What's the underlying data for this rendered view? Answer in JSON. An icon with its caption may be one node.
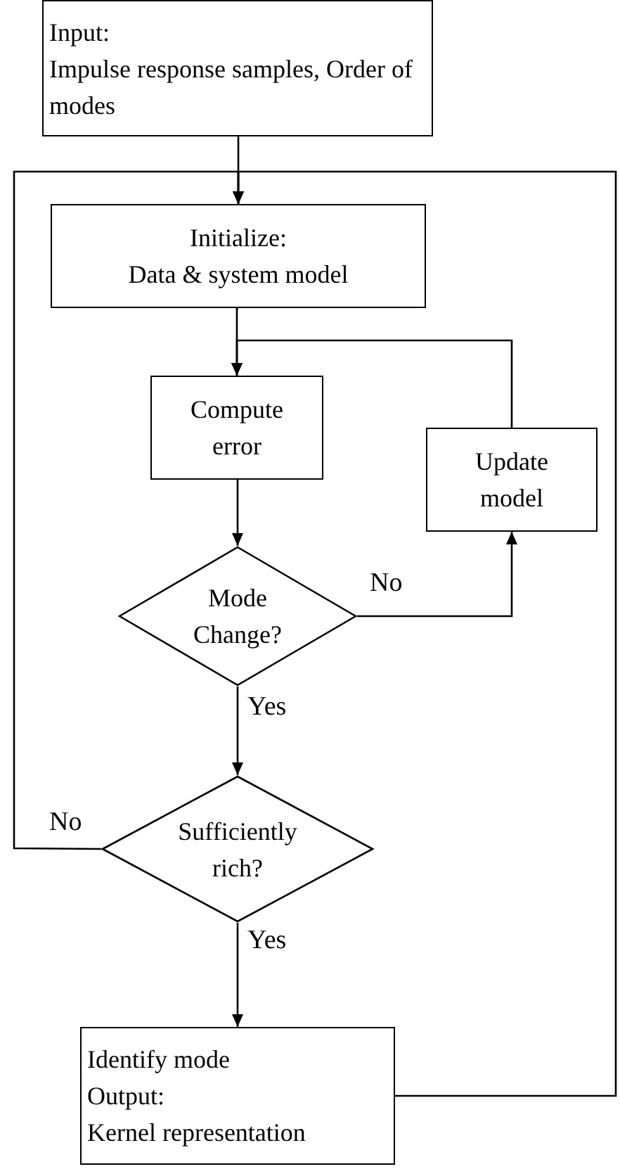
{
  "diagram": {
    "nodes": [
      {
        "text": [
          "Input:",
          "Impulse response samples, Order of modes"
        ]
      },
      {
        "text": [
          "Initialize:",
          "Data & system model"
        ]
      },
      {
        "text": [
          "Compute error"
        ]
      },
      {
        "text": [
          "Update model"
        ]
      },
      {
        "text": [
          "Mode Change?"
        ]
      },
      {
        "text": [
          "Sufficiently rich?"
        ]
      },
      {
        "text": [
          "Identify mode",
          "Output:",
          "Kernel representation"
        ]
      }
    ],
    "edges": [
      {
        "from": 0,
        "to": 1,
        "arrow": "to"
      },
      {
        "from": 1,
        "to": 2,
        "arrow": "to"
      },
      {
        "from": 2,
        "to": 4,
        "arrow": "to"
      },
      {
        "from": 4,
        "to": 3,
        "arrow": "to",
        "label": "No"
      },
      {
        "from": 3,
        "to": 2,
        "arrow": "to"
      },
      {
        "from": 4,
        "to": 5,
        "arrow": "to",
        "label": "Yes"
      },
      {
        "from": 5,
        "to": 1,
        "arrow": "to",
        "label": "No"
      },
      {
        "from": 5,
        "to": 6,
        "arrow": "to",
        "label": "Yes"
      },
      {
        "from": 6,
        "to": 1,
        "arrow": "to"
      }
    ]
  }
}
